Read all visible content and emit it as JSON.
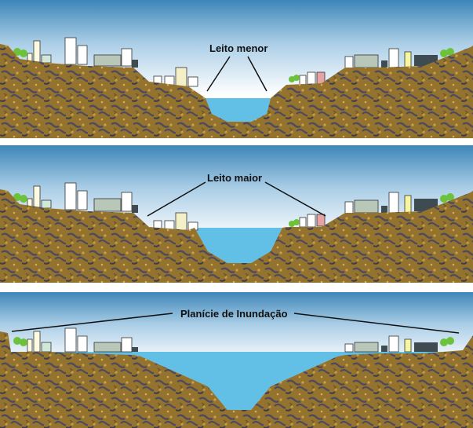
{
  "panels": [
    {
      "label": "Leito menor",
      "water_level": "minor"
    },
    {
      "label": "Leito maior",
      "water_level": "major"
    },
    {
      "label": "Planície de Inundação",
      "water_level": "flood"
    }
  ],
  "colors": {
    "sky_top": "#3d86b8",
    "sky_bottom": "#ffffff",
    "soil": "#8a6a2a",
    "soil_dark": "#4b4a5a",
    "water": "#62bfe6",
    "tree": "#6cc23a",
    "label_line": "#111111"
  }
}
